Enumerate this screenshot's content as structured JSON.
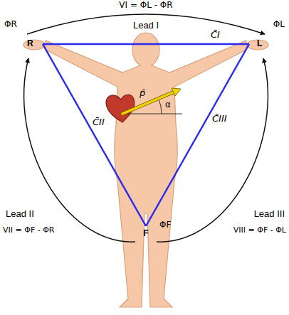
{
  "diagram": {
    "labels": [
      "VI = ΦL - ΦR",
      "ΦR",
      "Lead I",
      "C̄I",
      "ΦL",
      "R",
      "L",
      "p̄",
      "α",
      "C̄II",
      "C̄III",
      "Lead II",
      "VII = ΦF - ΦR",
      "Lead III",
      "VIII = ΦF - ΦL",
      "F",
      "ΦF"
    ]
  }
}
